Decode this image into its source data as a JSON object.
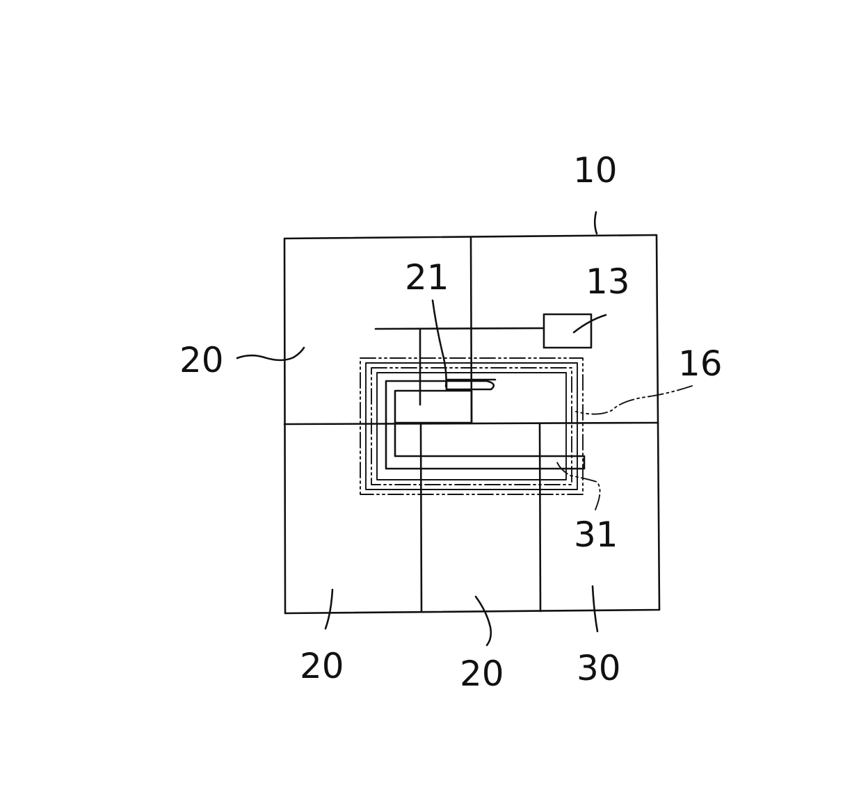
{
  "labels": {
    "l10": "10",
    "l13": "13",
    "l16": "16",
    "l20_left": "20",
    "l20_bottom_left": "20",
    "l20_bottom_mid": "20",
    "l21": "21",
    "l30": "30",
    "l31": "31"
  },
  "colors": {
    "line": "#111111",
    "background": "#ffffff"
  }
}
